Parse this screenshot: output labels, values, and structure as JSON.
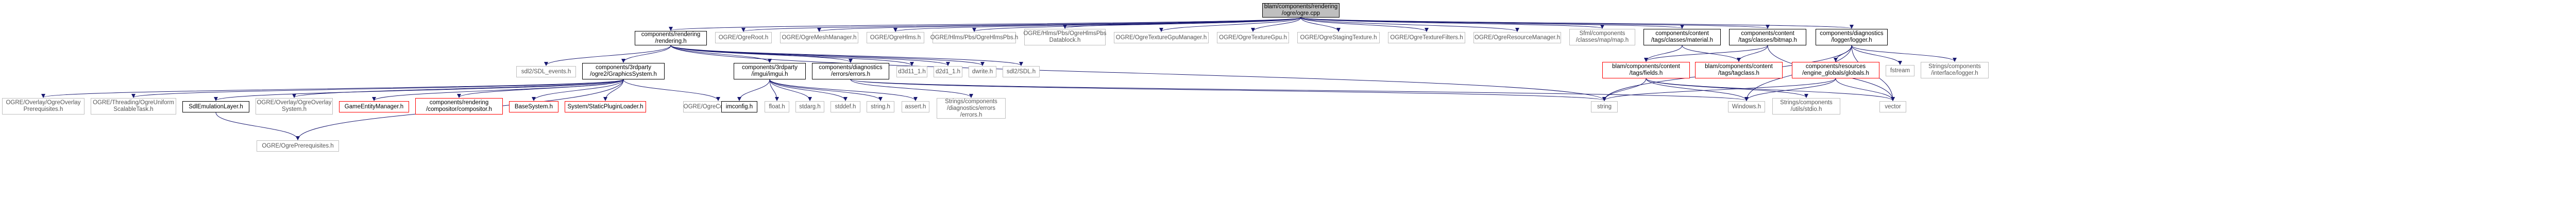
{
  "colors": {
    "edge": "#191970",
    "box_border": "#000000",
    "box_grey": "#bfbfbf",
    "box_red": "#ff0000",
    "root_fill": "#bfbfbf"
  },
  "nodes": {
    "root": [
      "blam/components/rendering",
      "/ogre/ogre.cpp"
    ],
    "rendering_h": [
      "components/rendering",
      "/rendering.h"
    ],
    "ogreroot": [
      "OGRE/OgreRoot.h"
    ],
    "ogremeshmanager": [
      "OGRE/OgreMeshManager.h"
    ],
    "ogrehlms": [
      "OGRE/OgreHlms.h"
    ],
    "hlmspbs": [
      "OGRE/Hlms/Pbs/OgreHlmsPbs.h"
    ],
    "hlmspbsdatablock": [
      "OGRE/Hlms/Pbs/OgreHlmsPbs",
      "Datablock.h"
    ],
    "texturegpumanager": [
      "OGRE/OgreTextureGpuManager.h"
    ],
    "texturegpu": [
      "OGRE/OgreTextureGpu.h"
    ],
    "stagingtexture": [
      "OGRE/OgreStagingTexture.h"
    ],
    "texturefilters": [
      "OGRE/OgreTextureFilters.h"
    ],
    "resourcemanager": [
      "OGRE/OgreResourceManager.h"
    ],
    "classes_map": [
      "Sfml/components",
      "/classes/map/map.h"
    ],
    "material_h": [
      "components/content",
      "/tags/classes/material.h"
    ],
    "bitmap_h": [
      "components/content",
      "/tags/classes/bitmap.h"
    ],
    "logger_h": [
      "components/diagnostics",
      "/logger/logger.h"
    ],
    "sdl_events": [
      "sdl2/SDL_events.h"
    ],
    "graphicssystem": [
      "components/3rdparty",
      "/ogre2/GraphicsSystem.h"
    ],
    "imgui_h": [
      "components/3rdparty",
      "/imgui/imgui.h"
    ],
    "errors_h": [
      "components/diagnostics",
      "/errors/errors.h"
    ],
    "d3d11_1": [
      "d3d11_1.h"
    ],
    "d2d1_1": [
      "d2d1_1.h"
    ],
    "dwrite": [
      "dwrite.h"
    ],
    "sdl2sdl": [
      "sdl2/SDL.h"
    ],
    "tagfields": [
      "blam/components/content",
      "/tags/fields.h"
    ],
    "tagclass": [
      "blam/components/content",
      "/tags/tagclass.h"
    ],
    "globals": [
      "components/resources",
      "/engine_globals/globals.h"
    ],
    "fstream": [
      "fstream"
    ],
    "interfaceslogger": [
      "Strings/components",
      "/interface/logger.h"
    ],
    "overlaysystem": [
      "OGRE/Overlay/OgreOverlay",
      "Prerequisites.h"
    ],
    "threading": [
      "OGRE/Threading/OgreUniform",
      "ScalableTask.h"
    ],
    "sdlemulationlayer": [
      "SdlEmulationLayer.h"
    ],
    "overlaysystem2": [
      "OGRE/Overlay/OgreOverlay",
      "System.h"
    ],
    "gameentitymanager": [
      "GameEntityManager.h"
    ],
    "compositorcompositor": [
      "components/rendering",
      "/compositor/compositor.h"
    ],
    "basesystem": [
      "BaseSystem.h"
    ],
    "staticpluginloader": [
      "System/StaticPluginLoader.h"
    ],
    "colourvalue": [
      "OGRE/OgreColourValue.h"
    ],
    "ogreprerequisites": [
      "OGRE/OgrePrerequisites.h"
    ],
    "imconfig": [
      "imconfig.h"
    ],
    "float_h": [
      "float.h"
    ],
    "stdarg": [
      "stdarg.h"
    ],
    "stddef": [
      "stddef.h"
    ],
    "string_h": [
      "string.h"
    ],
    "assert_h": [
      "assert.h"
    ],
    "errors_ui": [
      "Strings/components",
      "/diagnostics/errors",
      "/errors.h"
    ],
    "windows_h": [
      "Windows.h"
    ],
    "stdio_h": [
      "Strings/components",
      "/utils/stdio.h"
    ],
    "string": [
      "string"
    ],
    "vector": [
      "vector"
    ]
  }
}
